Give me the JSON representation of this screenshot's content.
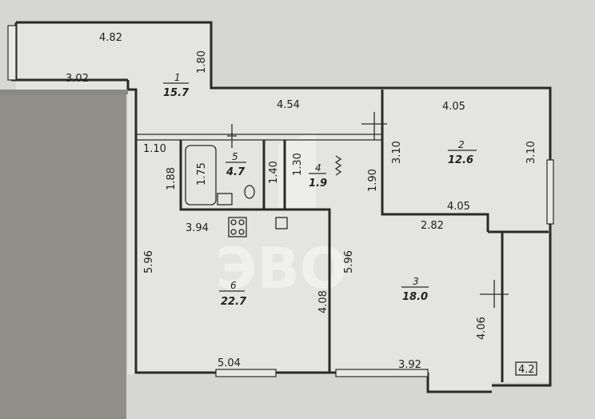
{
  "colors": {
    "background": "#d9d9d5",
    "floor": "#e4e4e1",
    "adjacent": "#8f8f88",
    "ink": "#2a2a2a"
  },
  "icons": [
    "toilet-icon",
    "sink-icon",
    "stove-icon",
    "bathtub-icon",
    "radiator-icon"
  ],
  "watermark": {
    "line1": "ЭВО"
  },
  "rooms": [
    {
      "number": "1",
      "area": "15.7"
    },
    {
      "number": "2",
      "area": "12.6"
    },
    {
      "number": "3",
      "area": "18.0"
    },
    {
      "number": "4",
      "area": "1.9"
    },
    {
      "number": "5",
      "area": "4.7"
    },
    {
      "number": "6",
      "area": "22.7"
    }
  ],
  "balcony": {
    "label": "4.2"
  },
  "dimensions": {
    "d482": "4.82",
    "d180": "1.80",
    "d302": "3.02",
    "d454": "4.54",
    "d405_top": "4.05",
    "d310_left": "3.10",
    "d310_right": "3.10",
    "d405_bottom": "4.05",
    "d110": "1.10",
    "d175": "1.75",
    "d188": "1.88",
    "d140": "1.40",
    "d130": "1.30",
    "d190": "1.90",
    "d282": "2.82",
    "d394": "3.94",
    "d596_left": "5.96",
    "d596_mid": "5.96",
    "d408": "4.08",
    "d406": "4.06",
    "d504": "5.04",
    "d392": "3.92"
  }
}
